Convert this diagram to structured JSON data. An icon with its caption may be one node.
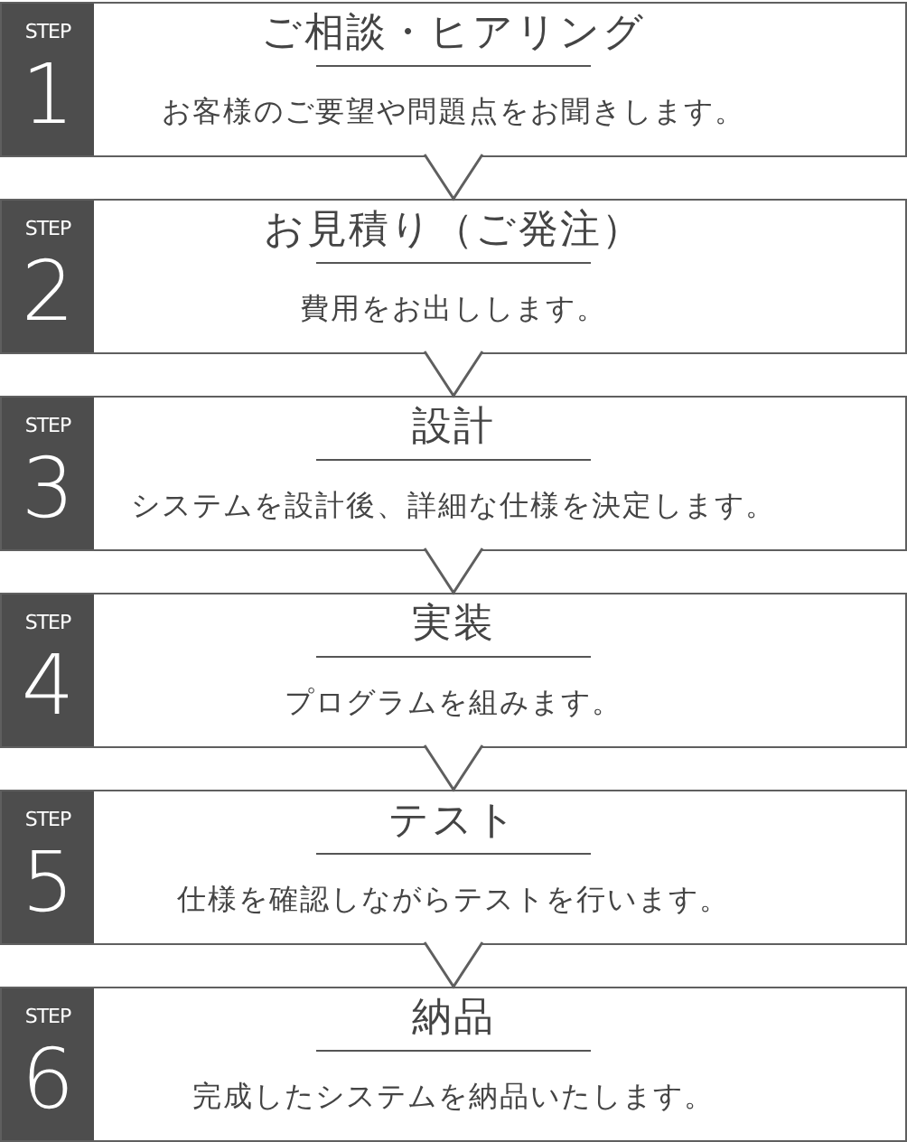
{
  "diagram": {
    "nodes": [
      {
        "text": [
          "ご相談・ヒアリング",
          "お客様のご要望や問題点をお聞きします。"
        ]
      },
      {
        "text": [
          "STEP",
          "1"
        ],
        "in": 0
      },
      {
        "text": [
          "お見積り（ご発注）",
          "費用をお出しします。"
        ]
      },
      {
        "text": [
          "STEP",
          "2"
        ],
        "in": 2
      },
      {
        "text": [
          "設計",
          "システムを設計後、詳細な仕様を決定します。"
        ]
      },
      {
        "text": [
          "STEP",
          "3"
        ],
        "in": 4
      },
      {
        "text": [
          "実装",
          "プログラムを組みます。"
        ]
      },
      {
        "text": [
          "STEP",
          "4"
        ],
        "in": 6
      },
      {
        "text": [
          "テスト",
          "仕様を確認しながらテストを行います。"
        ]
      },
      {
        "text": [
          "STEP",
          "5"
        ],
        "in": 8
      },
      {
        "text": [
          "納品",
          "完成したシステムを納品いたします。"
        ]
      },
      {
        "text": [
          "STEP",
          "6"
        ],
        "in": 10
      }
    ],
    "edges": [
      {
        "from": 0,
        "to": 2,
        "arrow": "to"
      },
      {
        "from": 2,
        "to": 4,
        "arrow": "to"
      },
      {
        "from": 4,
        "to": 6,
        "arrow": "to"
      },
      {
        "from": 6,
        "to": 8,
        "arrow": "to"
      },
      {
        "from": 8,
        "to": 10,
        "arrow": "to"
      }
    ]
  }
}
